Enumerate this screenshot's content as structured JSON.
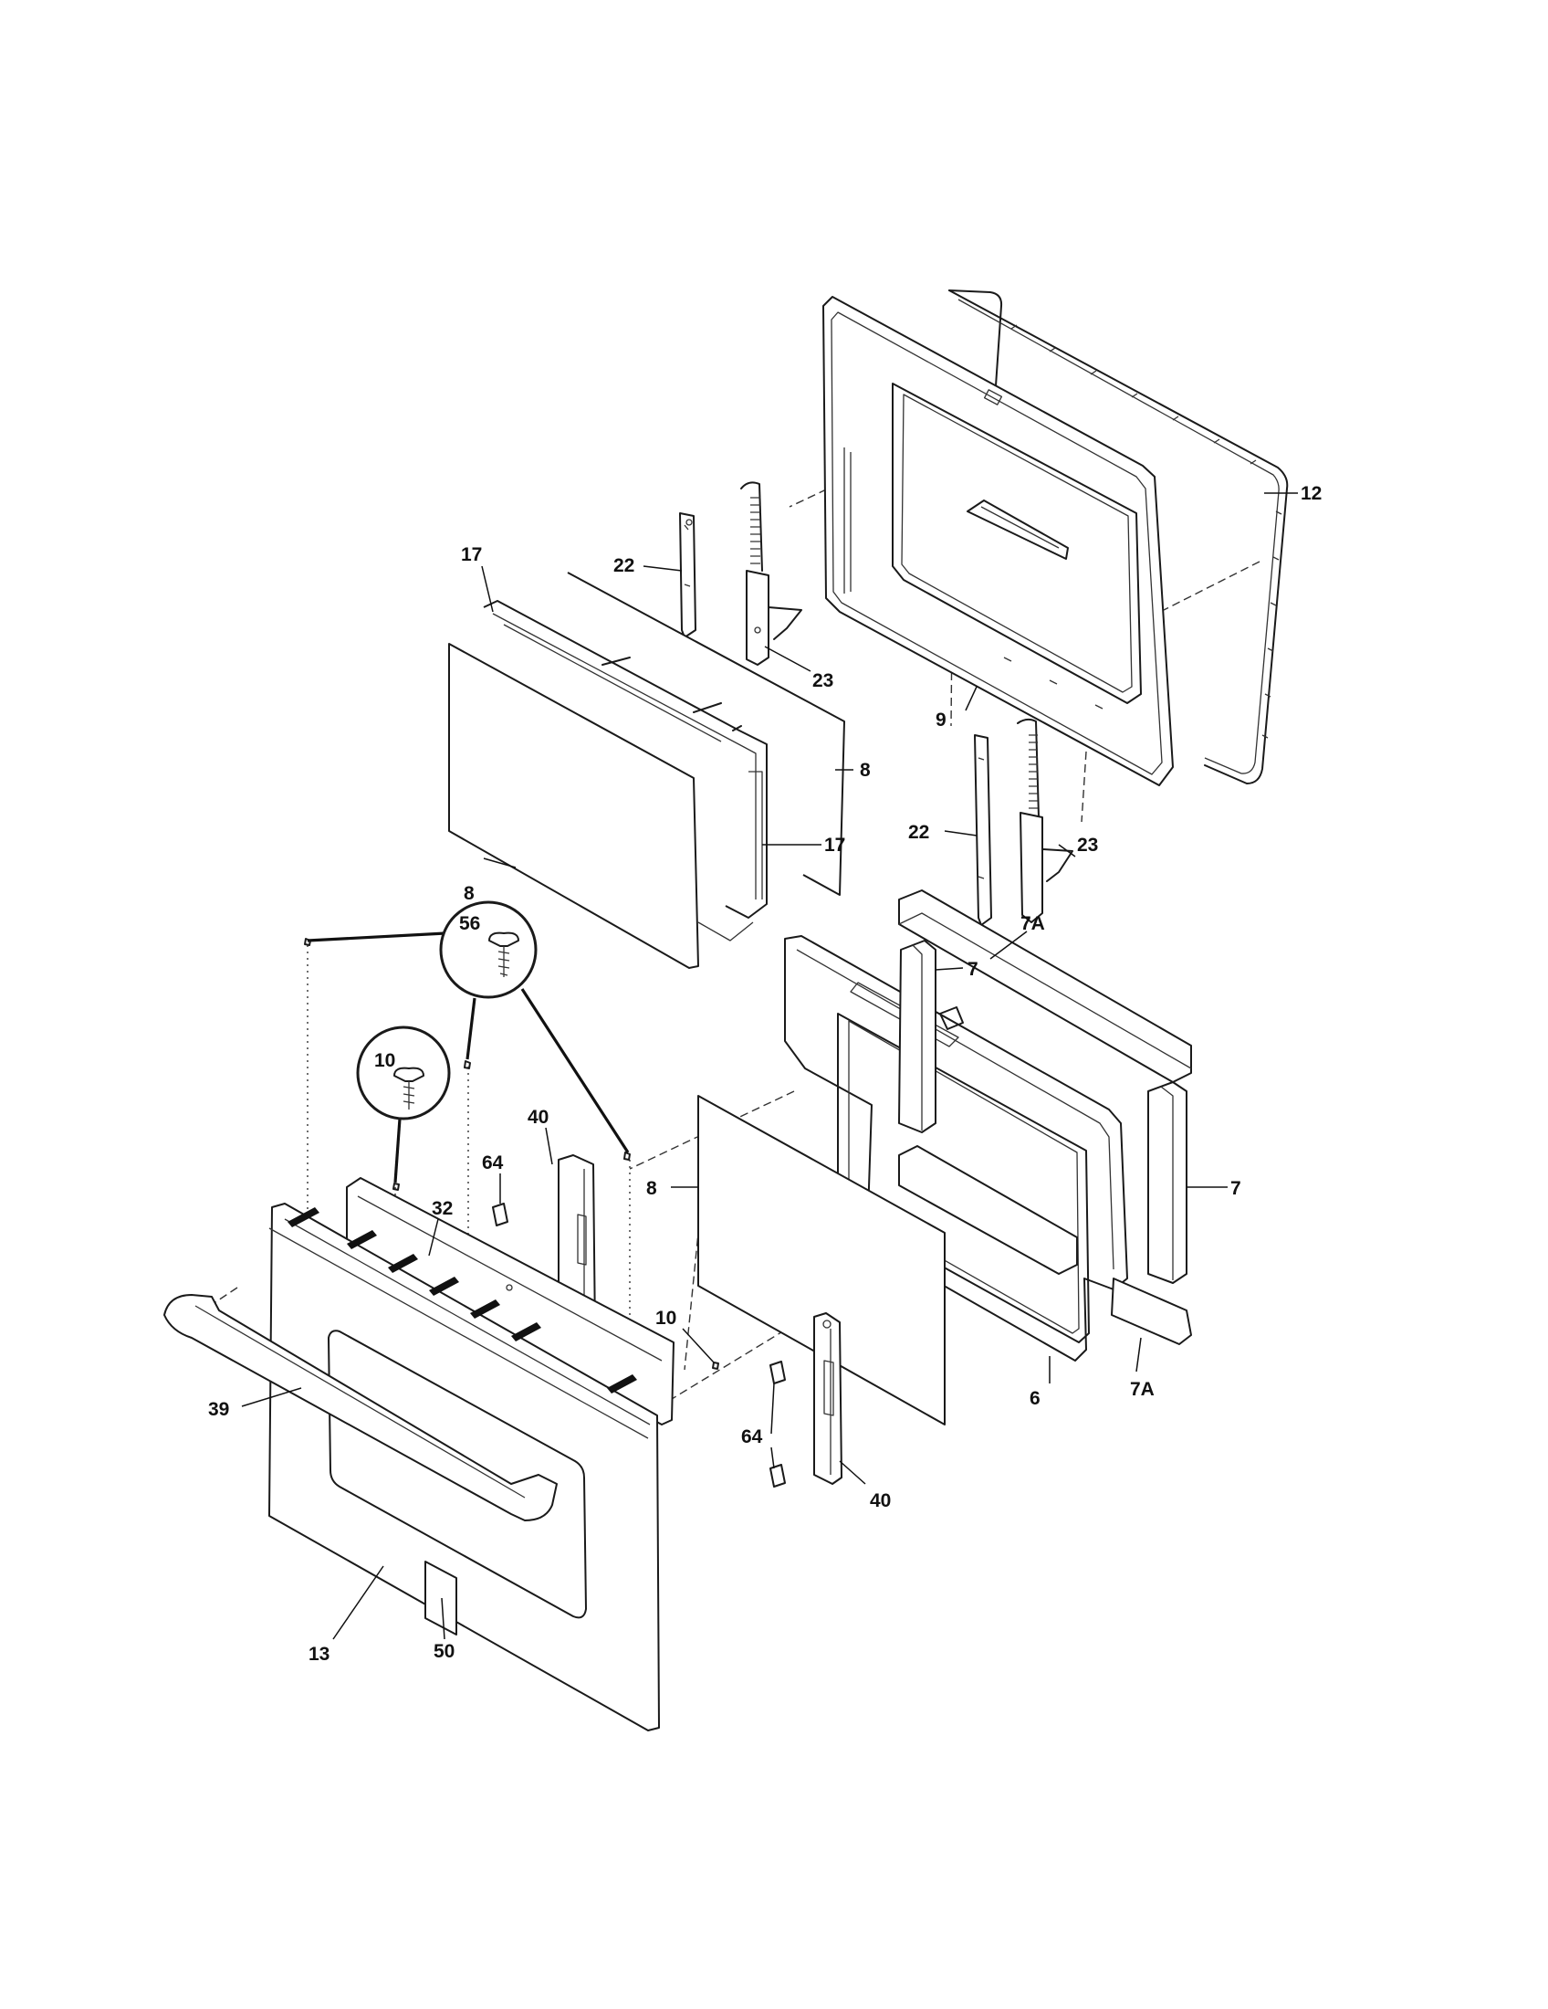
{
  "callouts": [
    {
      "id": "12",
      "text": "12"
    },
    {
      "id": "22a",
      "text": "22"
    },
    {
      "id": "17a",
      "text": "17"
    },
    {
      "id": "23a",
      "text": "23"
    },
    {
      "id": "9",
      "text": "9"
    },
    {
      "id": "8a",
      "text": "8"
    },
    {
      "id": "17b",
      "text": "17"
    },
    {
      "id": "8b",
      "text": "8"
    },
    {
      "id": "22b",
      "text": "22"
    },
    {
      "id": "23b",
      "text": "23"
    },
    {
      "id": "7Aa",
      "text": "7A"
    },
    {
      "id": "56",
      "text": "56"
    },
    {
      "id": "7a",
      "text": "7"
    },
    {
      "id": "10a",
      "text": "10"
    },
    {
      "id": "40a",
      "text": "40"
    },
    {
      "id": "64a",
      "text": "64"
    },
    {
      "id": "8c",
      "text": "8"
    },
    {
      "id": "7b",
      "text": "7"
    },
    {
      "id": "32",
      "text": "32"
    },
    {
      "id": "10b",
      "text": "10"
    },
    {
      "id": "39",
      "text": "39"
    },
    {
      "id": "64b",
      "text": "64"
    },
    {
      "id": "6",
      "text": "6"
    },
    {
      "id": "7Ab",
      "text": "7A"
    },
    {
      "id": "40b",
      "text": "40"
    },
    {
      "id": "13",
      "text": "13"
    },
    {
      "id": "50",
      "text": "50"
    }
  ]
}
